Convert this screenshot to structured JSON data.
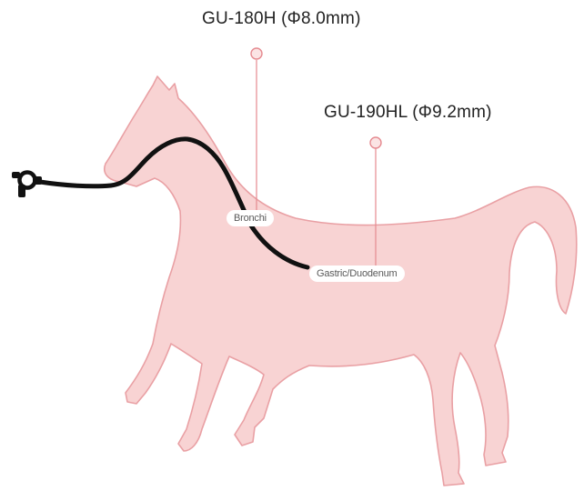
{
  "callouts": [
    {
      "model": "GU-180H (Φ8.0mm)",
      "region": "Bronchi"
    },
    {
      "model": "GU-190HL (Φ9.2mm)",
      "region": "Gastric/Duodenum"
    }
  ],
  "colors": {
    "horse_fill": "#f8d3d3",
    "horse_outline": "#e9a0a4",
    "leader_line": "#e58a90",
    "endoscope": "#111111",
    "label_text": "#222222"
  },
  "icons": {
    "subject": "horse-silhouette-icon",
    "instrument": "endoscope-handle-icon"
  }
}
